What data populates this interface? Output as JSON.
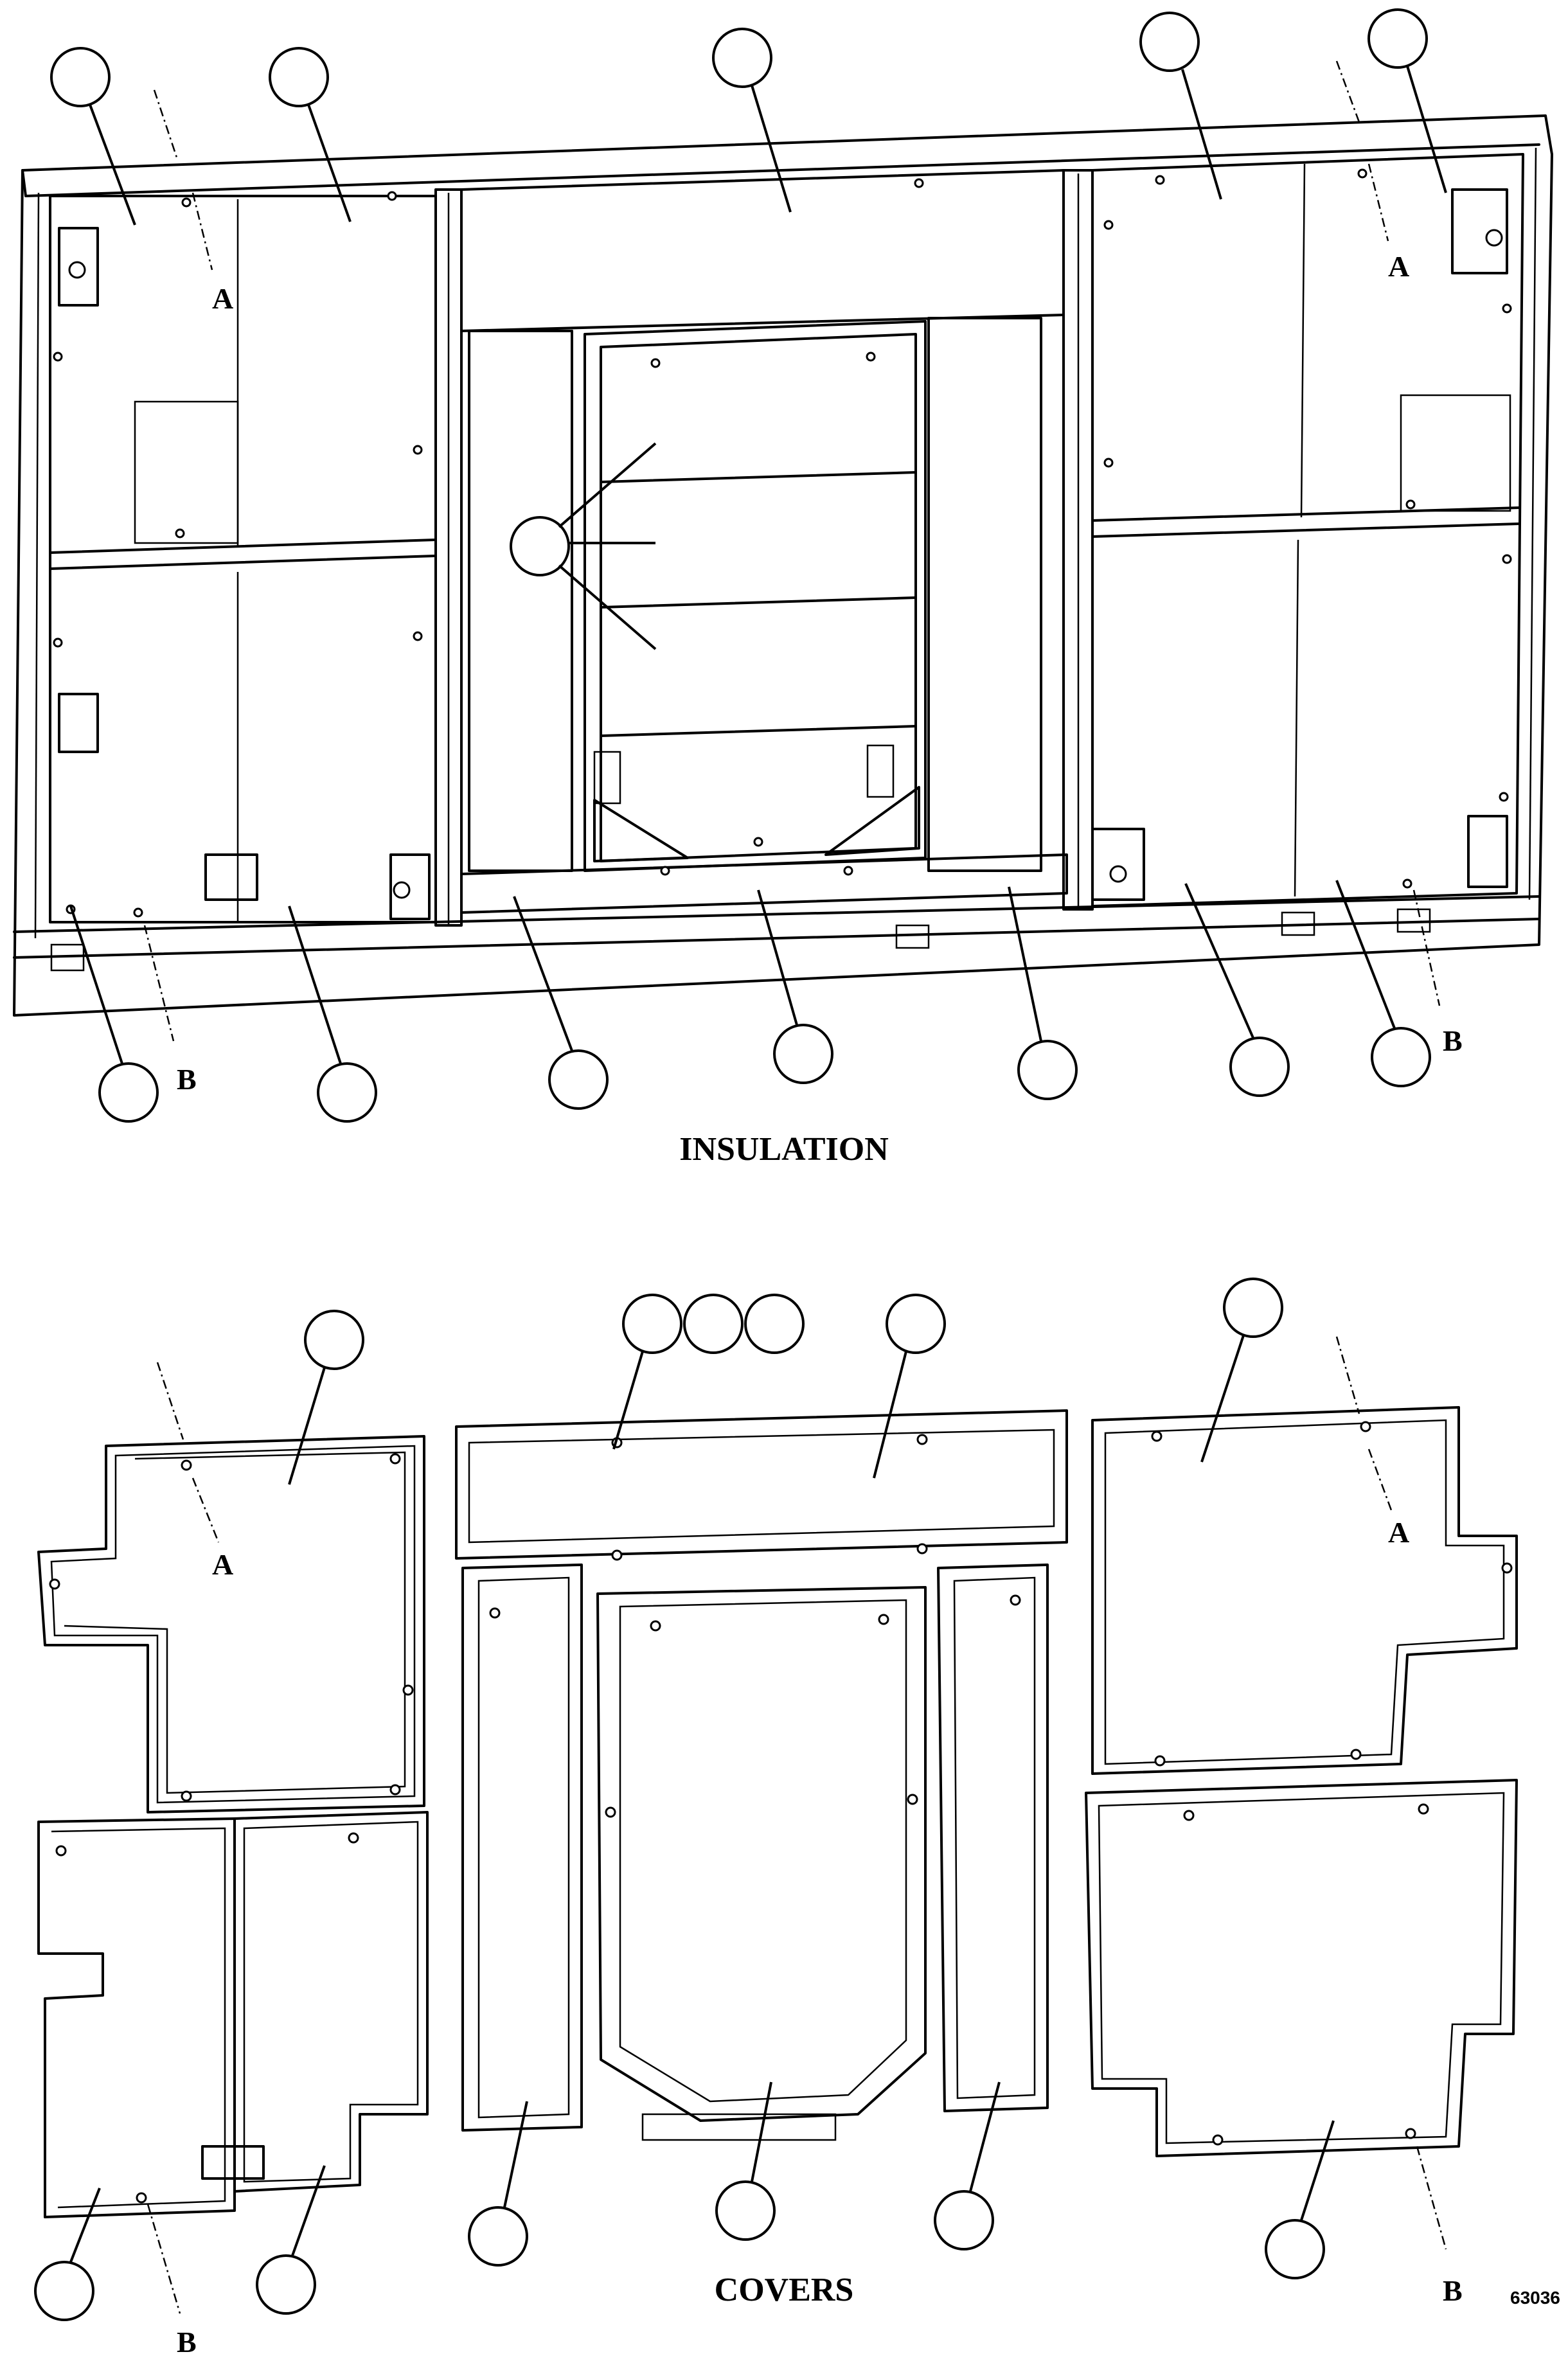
{
  "views": {
    "insulation_title": "INSULATION",
    "covers_title": "COVERS"
  },
  "reference_labels": {
    "a": "A",
    "b": "B"
  },
  "figure_number": "63036"
}
